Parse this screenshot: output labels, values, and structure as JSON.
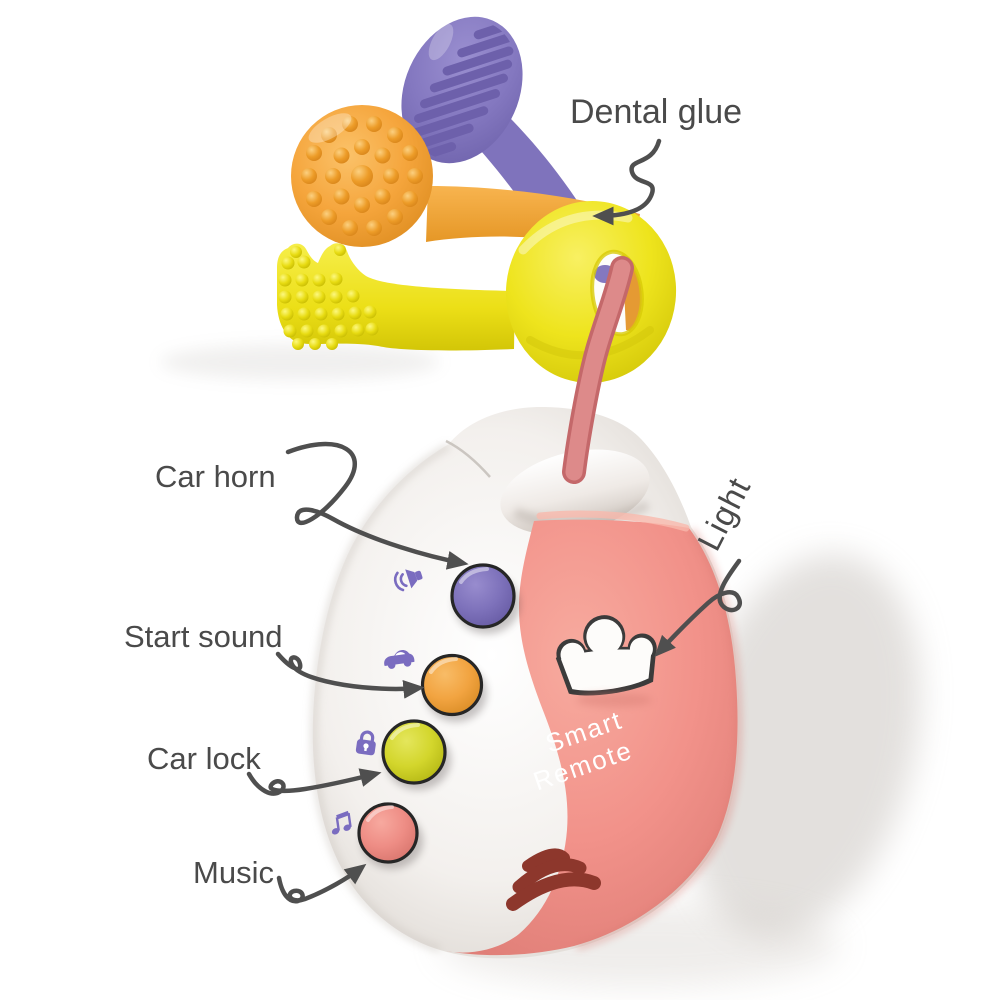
{
  "annotations": {
    "dental_glue": "Dental glue",
    "car_horn": "Car horn",
    "start_sound": "Start sound",
    "car_lock": "Car lock",
    "music": "Music",
    "light": "Light"
  },
  "device_text": {
    "line1": "Smart",
    "line2": "Remote"
  },
  "features": [
    {
      "label": "Dental glue",
      "points_to": "teether-keys"
    },
    {
      "label": "Car horn",
      "points_to": "purple-button"
    },
    {
      "label": "Start sound",
      "points_to": "orange-button"
    },
    {
      "label": "Car lock",
      "points_to": "green-button"
    },
    {
      "label": "Music",
      "points_to": "pink-button"
    },
    {
      "label": "Light",
      "points_to": "crown-light"
    }
  ],
  "icons": [
    "horn-speaker-icon",
    "car-icon",
    "padlock-icon",
    "music-notes-icon",
    "crown-light-icon",
    "speaker-waves"
  ],
  "colors": {
    "background": "#ffffff",
    "label_text": "#4a4a4a",
    "arrow": "#4f4f4f",
    "key_yellow": "#eee41d",
    "key_orange": "#f5a53c",
    "key_purple": "#8478c0",
    "strap_pink": "#d98184",
    "remote_white": "#f3f0ed",
    "remote_pink": "#f2928a",
    "button_purple": "#8075bb",
    "button_orange": "#f2a447",
    "button_green": "#d3d62c",
    "button_pink": "#ee8d85",
    "icon_purple": "#7a6cc0",
    "speaker_slot": "#8d372c",
    "device_text_color": "#ffffff"
  }
}
